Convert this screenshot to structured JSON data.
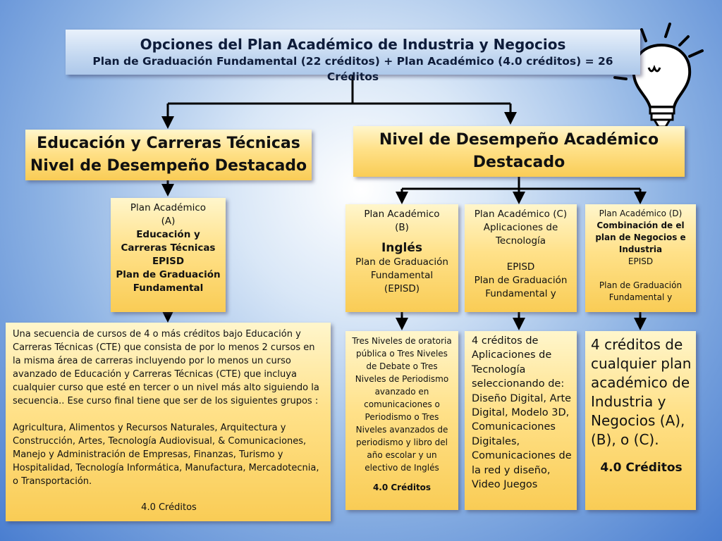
{
  "header": {
    "title": "Opciones del Plan Académico de Industria y Negocios",
    "subtitle": "Plan de Graduación Fundamental (22 créditos) + Plan Académico (4.0 créditos) = 26 Créditos"
  },
  "left_branch": {
    "heading_line1": "Educación y Carreras Técnicas",
    "heading_line2": "Nivel de Desempeño Destacado",
    "plan_a": {
      "line1": "Plan Académico",
      "line2": "(A)",
      "line3": "Educación y",
      "line4": "Carreras Técnicas",
      "line5": "EPISD",
      "line6": "Plan de Graduación",
      "line7": "Fundamental"
    },
    "detail": {
      "para1": "Una secuencia de cursos de 4 o más créditos bajo Educación y Carreras Técnicas (CTE) que consista de por lo menos 2 cursos en la misma área de carreras incluyendo por lo menos un curso avanzado de Educación y Carreras Técnicas (CTE) que incluya cualquier curso que esté en tercer o un nivel más alto siguiendo la secuencia..  Ese curso final tiene que ser de los siguientes grupos :",
      "para2": "Agricultura, Alimentos y Recursos Naturales, Arquitectura y Construcción, Artes, Tecnología Audiovisual, & Comunicaciones, Manejo y Administración de Empresas, Finanzas, Turismo y Hospitalidad, Tecnología Informática, Manufactura, Mercadotecnia, o Transportación.",
      "credits": "4.0 Créditos"
    }
  },
  "right_branch": {
    "heading_line1": "Nivel de Desempeño Académico",
    "heading_line2": "Destacado",
    "plan_b": {
      "line1": "Plan Académico",
      "line2": "(B)",
      "line3": "Inglés",
      "line4": "Plan de Graduación",
      "line5": "Fundamental",
      "line6": "(EPISD)"
    },
    "plan_c": {
      "line1": "Plan Académico (C)",
      "line2": "Aplicaciones de",
      "line3": "Tecnología",
      "line4": "EPISD",
      "line5": "Plan de Graduación",
      "line6": "Fundamental y"
    },
    "plan_d": {
      "line1": "Plan Académico (D)",
      "line2": "Combinación de el",
      "line3": "plan de Negocios e",
      "line4": "Industria",
      "line5": "EPISD",
      "line6": "Plan de Graduación",
      "line7": "Fundamental  y"
    },
    "detail_b": {
      "text": "Tres Niveles de oratoria pública o Tres Niveles de Debate o Tres Niveles de Periodismo avanzado en comunicaciones o Periodismo o Tres Niveles avanzados de periodismo y libro del año escolar y un electivo de Inglés",
      "credits": "4.0 Créditos"
    },
    "detail_c": {
      "text": "4 créditos de Aplicaciones de Tecnología seleccionando de: Diseño Digital, Arte Digital, Modelo 3D, Comunicaciones Digitales, Comunicaciones de la red y diseño, Video Juegos"
    },
    "detail_d": {
      "text": "4 créditos de cualquier plan académico de Industria y Negocios (A), (B), o (C).",
      "credits": "4.0 Créditos"
    }
  },
  "icons": {
    "lightbulb": "lightbulb-icon"
  }
}
